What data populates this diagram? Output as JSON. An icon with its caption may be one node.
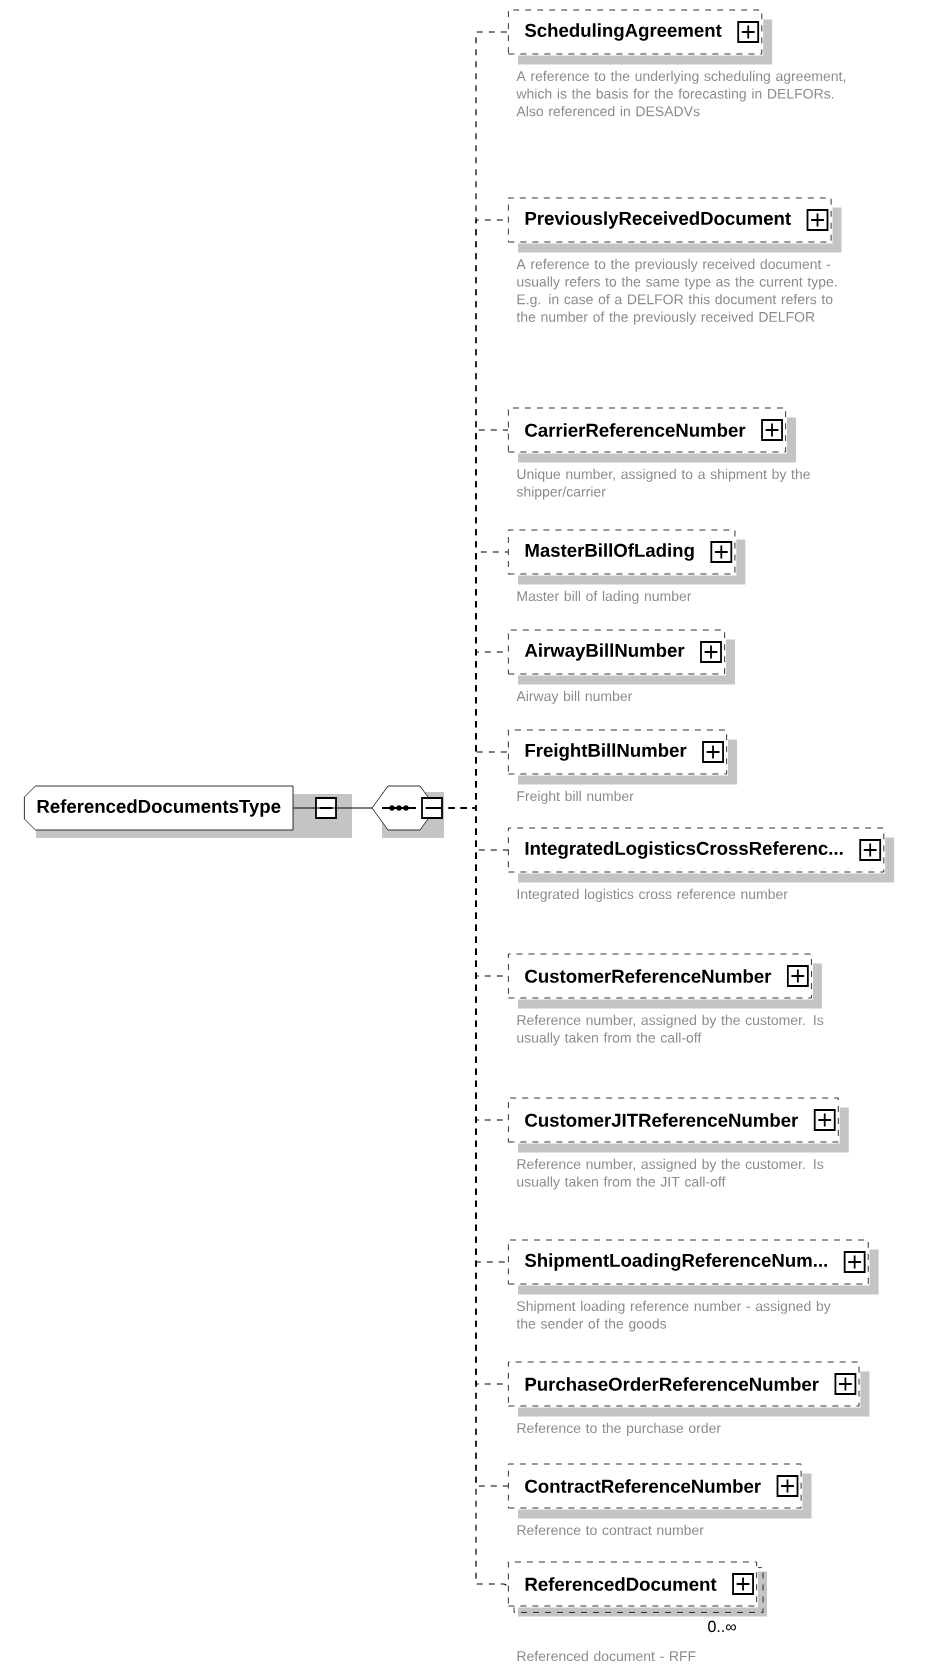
{
  "diagram": {
    "nodes": [
      {
        "text": [
          "ReferencedDocumentsType"
        ]
      },
      {
        "text": [],
        "shape": "hexagon"
      },
      {
        "text": [
          "SchedulingAgreement"
        ],
        "beside": [
          "A reference to the underlying scheduling agreement, which is the basis for the forecasting in DELFORs. Also referenced in DESADVs"
        ]
      },
      {
        "text": [
          "PreviouslyReceivedDocument"
        ],
        "beside": [
          "A reference to the previously received document - usually refers to the same type as the current type. E.g. in case of a DELFOR this document refers to the number of the previously received DELFOR"
        ]
      },
      {
        "text": [
          "CarrierReferenceNumber"
        ],
        "beside": [
          "Unique number, assigned to a shipment by the shipper/carrier"
        ]
      },
      {
        "text": [
          "MasterBillOfLading"
        ],
        "beside": [
          "Master bill of lading number"
        ]
      },
      {
        "text": [
          "AirwayBillNumber"
        ],
        "beside": [
          "Airway bill number"
        ]
      },
      {
        "text": [
          "FreightBillNumber"
        ],
        "beside": [
          "Freight bill number"
        ]
      },
      {
        "text": [
          "IntegratedLogisticsCrossReferenc..."
        ],
        "beside": [
          "Integrated logistics cross reference number"
        ]
      },
      {
        "text": [
          "CustomerReferenceNumber"
        ],
        "beside": [
          "Reference number, assigned by the customer. Is usually taken from the call-off"
        ]
      },
      {
        "text": [
          "CustomerJITReferenceNumber"
        ],
        "beside": [
          "Reference number, assigned by the customer. Is usually taken from the JIT call-off"
        ]
      },
      {
        "text": [
          "ShipmentLoadingReferenceNum..."
        ],
        "beside": [
          "Shipment loading reference number - assigned by the sender of the goods"
        ]
      },
      {
        "text": [
          "PurchaseOrderReferenceNumber"
        ],
        "beside": [
          "Reference to the purchase order"
        ]
      },
      {
        "text": [
          "ContractReferenceNumber"
        ],
        "beside": [
          "Reference to contract number"
        ]
      },
      {
        "text": [
          "ReferencedDocument"
        ],
        "beside": [
          "0..∞",
          "Referenced document - RFF"
        ]
      }
    ],
    "edges": [
      {
        "from": 0,
        "to": 1,
        "arrow": "none"
      },
      {
        "from": 1,
        "to": 2,
        "arrow": "none",
        "style": "dashed"
      },
      {
        "from": 1,
        "to": 3,
        "arrow": "none",
        "style": "dashed"
      },
      {
        "from": 1,
        "to": 4,
        "arrow": "none",
        "style": "dashed"
      },
      {
        "from": 1,
        "to": 5,
        "arrow": "none",
        "style": "dashed"
      },
      {
        "from": 1,
        "to": 6,
        "arrow": "none",
        "style": "dashed"
      },
      {
        "from": 1,
        "to": 7,
        "arrow": "none",
        "style": "dashed"
      },
      {
        "from": 1,
        "to": 8,
        "arrow": "none",
        "style": "dashed"
      },
      {
        "from": 1,
        "to": 9,
        "arrow": "none",
        "style": "dashed"
      },
      {
        "from": 1,
        "to": 10,
        "arrow": "none",
        "style": "dashed"
      },
      {
        "from": 1,
        "to": 11,
        "arrow": "none",
        "style": "dashed"
      },
      {
        "from": 1,
        "to": 12,
        "arrow": "none",
        "style": "dashed"
      },
      {
        "from": 1,
        "to": 13,
        "arrow": "none",
        "style": "dashed"
      },
      {
        "from": 1,
        "to": 14,
        "arrow": "none",
        "style": "dashed"
      }
    ]
  }
}
